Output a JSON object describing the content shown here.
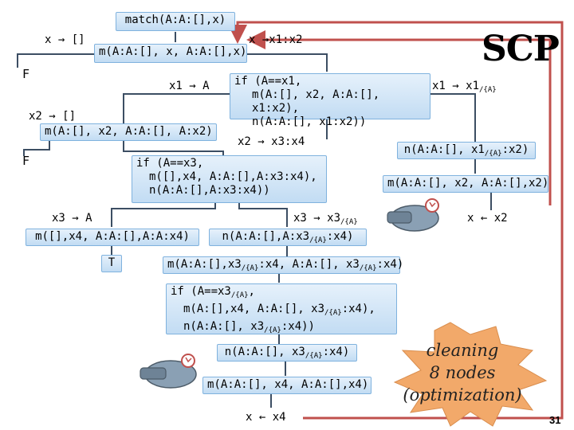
{
  "title": "SCP",
  "page_number": "31",
  "nodes": {
    "root": "match(A:A:[],x)",
    "m1": "m(A:A:[], x, A:A:[],x)",
    "if1_l1": "if (A==x1,",
    "if1_l2": "m(A:[], x2, A:A:[], x1:x2),",
    "if1_l3": "n(A:A:[], x1:x2))",
    "m2": "m(A:[], x2, A:A:[], A:x2)",
    "if2_l1": "if (A==x3,",
    "if2_l2": "m([],x4, A:A:[],A:x3:x4),",
    "if2_l3": "n(A:A:[],A:x3:x4))",
    "m3": "m([],x4, A:A:[],A:A:x4)",
    "t": "T",
    "n1_pre": "n(A:A:[],A:x3",
    "n1_sub": "/{A}",
    "n1_post": ":x4)",
    "m4_pre1": "m(A:A:[],x3",
    "m4_sub1": "/{A}",
    "m4_mid": ":x4, A:A:[], x3",
    "m4_sub2": "/{A}",
    "m4_post": ":x4)",
    "if3_l1_pre": "if (A==x3",
    "if3_l1_sub": "/{A}",
    "if3_l1_post": ",",
    "if3_l2_pre": "m(A:[],x4, A:A:[], x3",
    "if3_l2_sub": "/{A}",
    "if3_l2_post": ":x4),",
    "if3_l3_pre": "n(A:A:[], x3",
    "if3_l3_sub": "/{A}",
    "if3_l3_post": ":x4))",
    "n2_pre": "n(A:A:[], x3",
    "n2_sub": "/{A}",
    "n2_post": ":x4)",
    "m5": "m(A:A:[], x4, A:A:[],x4)",
    "nr_pre": "n(A:A:[], x1",
    "nr_sub": "/{A}",
    "nr_post": ":x2)",
    "mr": "m(A:A:[], x2, A:A:[],x2)"
  },
  "labels": {
    "x_empty": "x → []",
    "x_x1x2": "x →x1:x2",
    "f1": "F",
    "x1_a": "x1 → A",
    "x1_x1a_pre": "x1 → x1",
    "x1_x1a_sub": "/{A}",
    "x2_empty": "x2 → []",
    "f2": "F",
    "x2_x3x4": "x2 → x3:x4",
    "x3_a": "x3 → A",
    "x3_x3a_pre": "x3 → x3",
    "x3_x3a_sub": "/{A}",
    "x_from_x2": "x ← x2",
    "x_from_x4": "x ← x4"
  },
  "annotation": {
    "line1": "cleaning",
    "line2": "8 nodes",
    "line3": "(optimization)"
  },
  "colors": {
    "edge": "#3c4e63",
    "fold_edge": "#c0504d",
    "burst": "#f2a96a",
    "node_border": "#7fb2de"
  }
}
